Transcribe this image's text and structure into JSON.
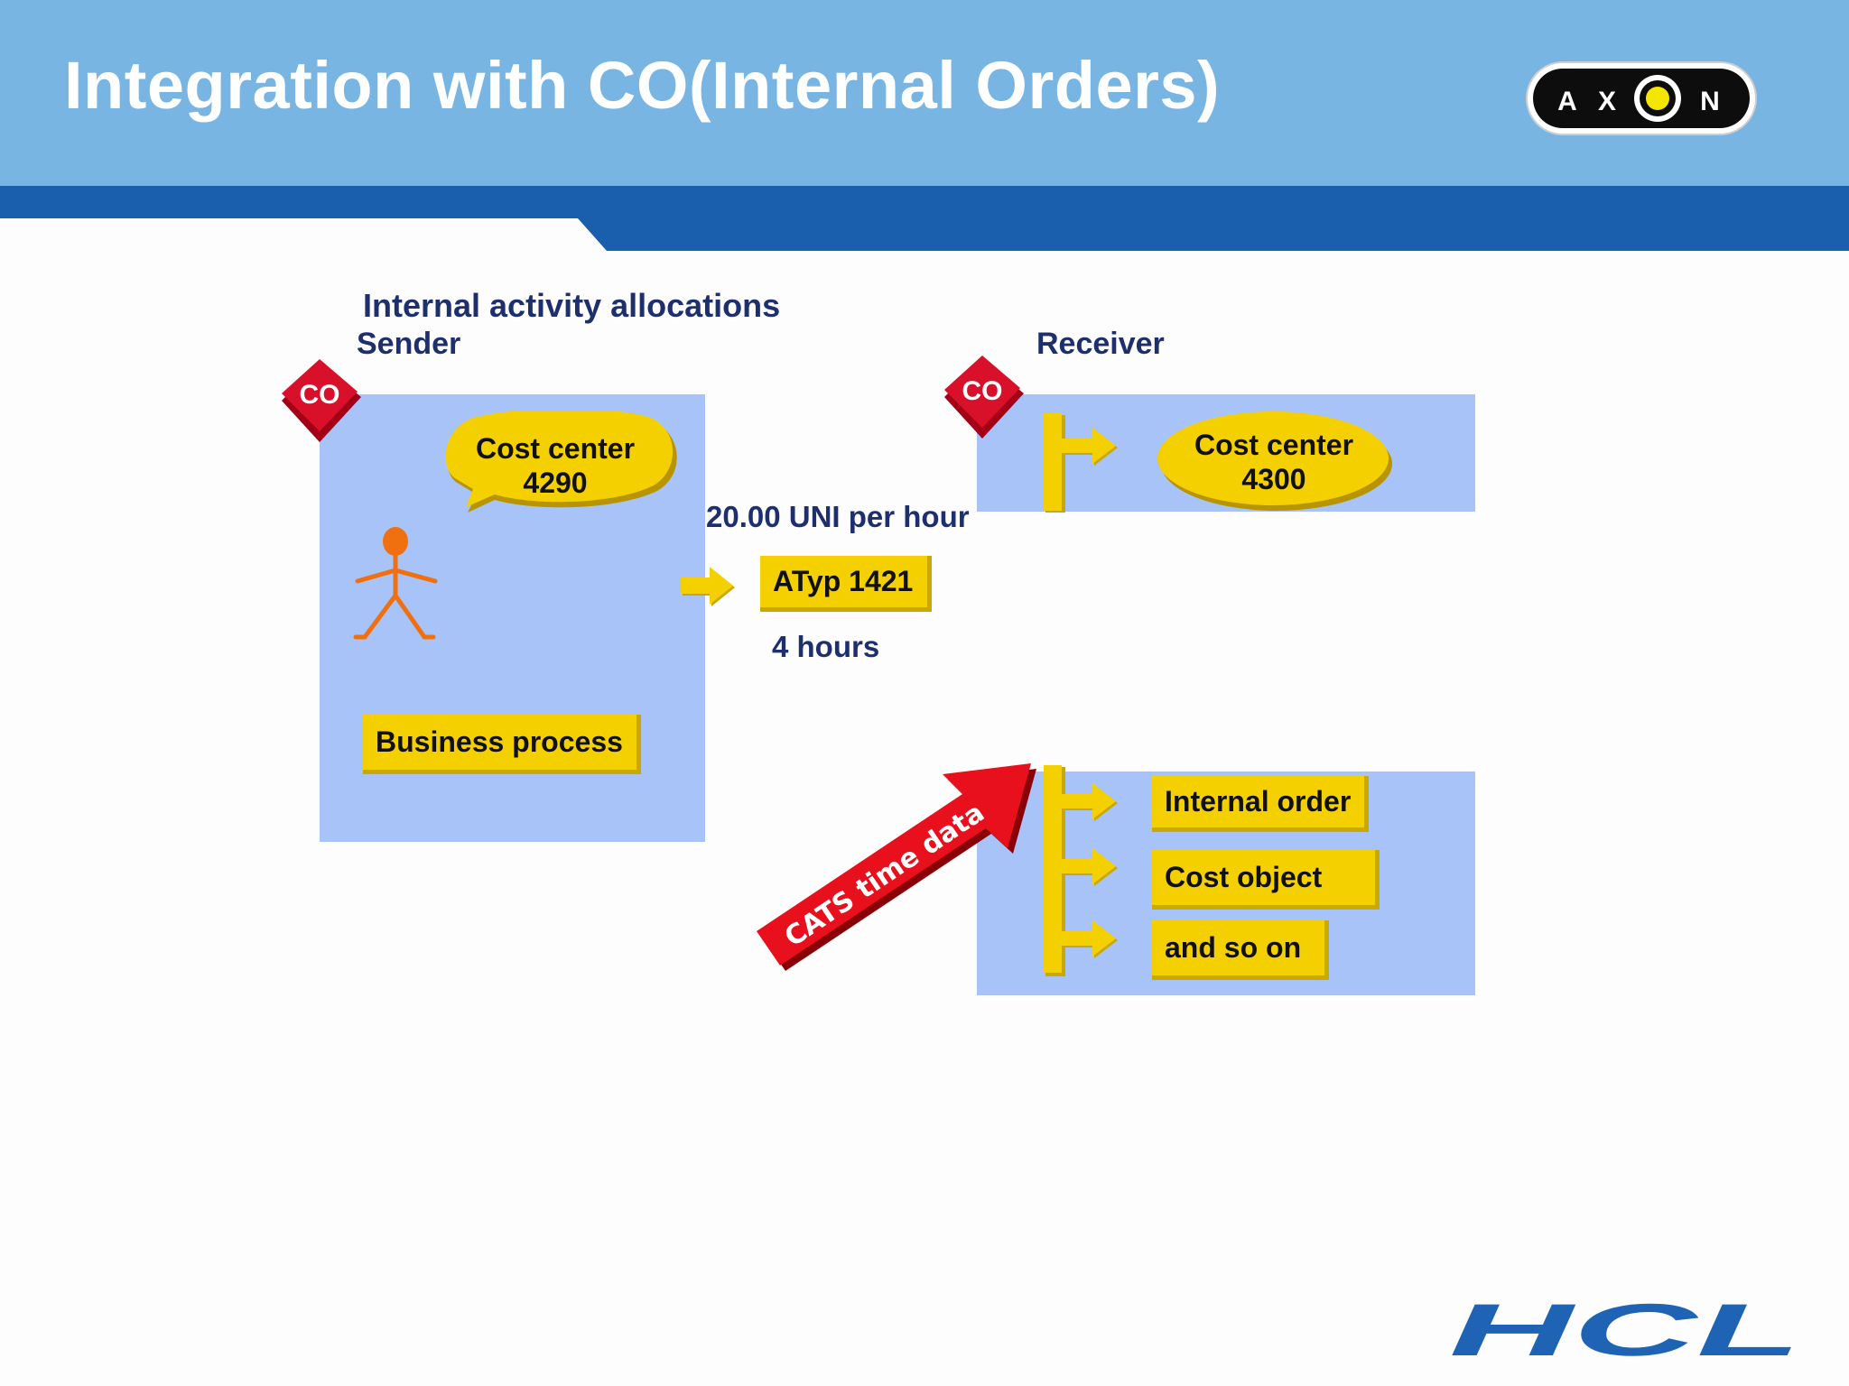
{
  "title": "Integration with CO(Internal Orders)",
  "logo": {
    "letters": [
      "A",
      "X",
      "O",
      "N"
    ],
    "text": "AXON"
  },
  "diagram": {
    "heading": "Internal activity allocations",
    "sender_label": "Sender",
    "receiver_label": "Receiver",
    "co_badge": "CO",
    "sender_cost_center": {
      "line1": "Cost center",
      "line2": "4290"
    },
    "receiver_cost_center": {
      "line1": "Cost center",
      "line2": "4300"
    },
    "business_process": "Business process",
    "rate": "20.00 UNI per hour",
    "activity_type": "ATyp 1421",
    "hours": "4 hours",
    "cats_arrow": "CATS time data",
    "receiver_objects": [
      "Internal order",
      "Cost object",
      "and so on"
    ]
  },
  "footer_logo": "HCL",
  "colors": {
    "header_light": "#79b5e3",
    "header_dark": "#1a5fae",
    "panel": "#a8c3f7",
    "yellow": "#f5d000",
    "co_red": "#d8102a",
    "arrow_red": "#e8101c",
    "hcl_blue": "#1f64b4"
  }
}
